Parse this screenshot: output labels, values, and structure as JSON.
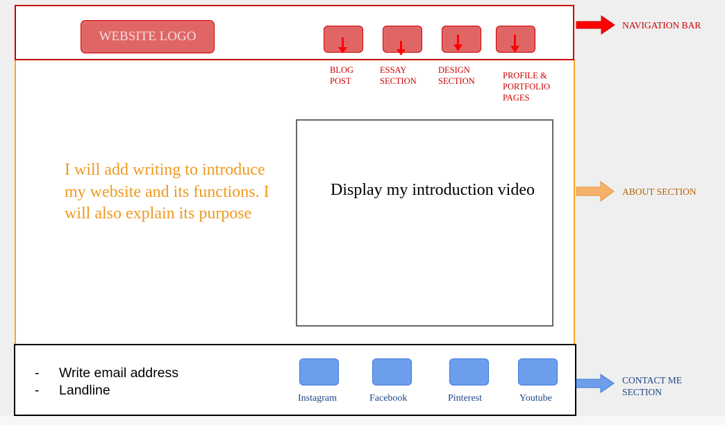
{
  "navigation": {
    "logo_text": "WEBSITE LOGO",
    "items": [
      {
        "label": "BLOG\nPOST"
      },
      {
        "label": "ESSAY\nSECTION"
      },
      {
        "label": "DESIGN\nSECTION"
      },
      {
        "label": "PROFILE &\nPORTFOLIO\nPAGES"
      }
    ]
  },
  "about": {
    "intro_text": "I will add writing to introduce my website and its functions. I will also explain its purpose",
    "video_text": "Display my introduction video"
  },
  "contact": {
    "list": [
      {
        "bullet": "-",
        "text": "Write email address"
      },
      {
        "bullet": "-",
        "text": "Landline"
      }
    ],
    "social": [
      {
        "label": "Instagram"
      },
      {
        "label": "Facebook"
      },
      {
        "label": "Pinterest"
      },
      {
        "label": "Youtube"
      }
    ]
  },
  "annotations": {
    "navigation_bar": "NAVIGATION BAR",
    "about_section": "ABOUT SECTION",
    "contact_section": "CONTACT ME\nSECTION"
  },
  "colors": {
    "nav_red": "#cc0000",
    "button_red": "#e06666",
    "about_orange": "#f6a623",
    "about_text": "#ef9a1e",
    "social_blue": "#6d9eeb",
    "contact_blue": "#1c4587"
  }
}
